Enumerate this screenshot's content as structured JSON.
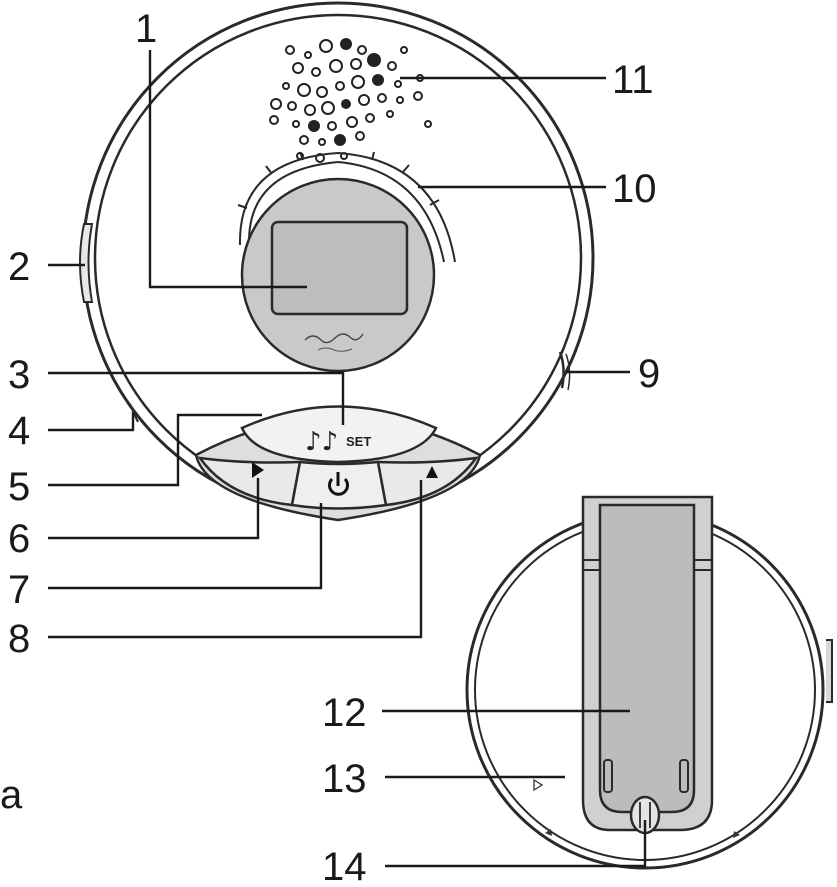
{
  "callouts": {
    "c1": "1",
    "c2": "2",
    "c3": "3",
    "c4": "4",
    "c5": "5",
    "c6": "6",
    "c7": "7",
    "c8": "8",
    "c9": "9",
    "c10": "10",
    "c11": "11",
    "c12": "12",
    "c13": "13",
    "c14": "14"
  },
  "panel_letter": "a",
  "buttons": {
    "set_label": "SET"
  },
  "icons": {
    "music_note": "music-note-icon",
    "power": "power-icon",
    "play_left": "play-icon",
    "play_right": "play-icon"
  }
}
